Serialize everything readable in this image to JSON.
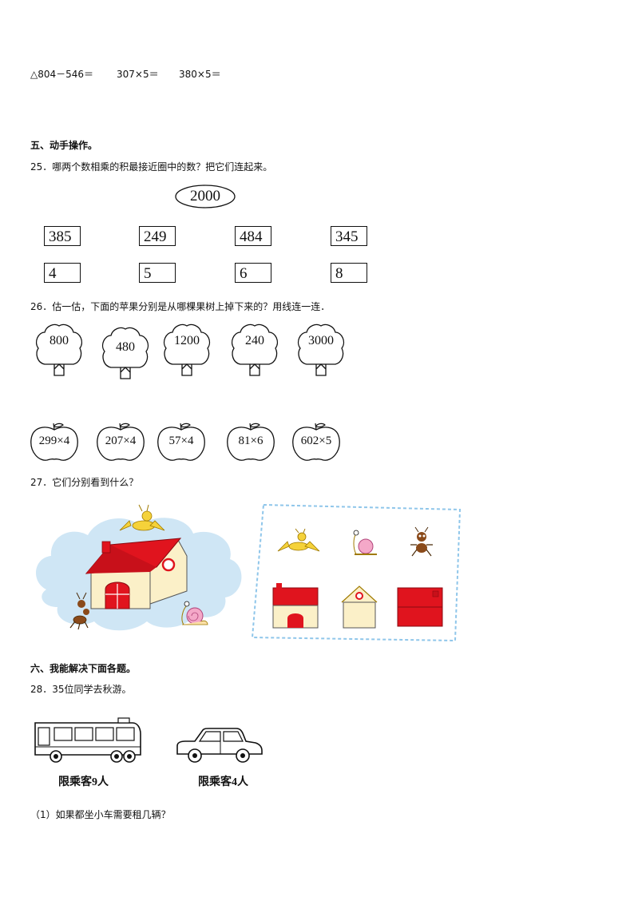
{
  "arithmetic": [
    "△804－546＝",
    "307×5＝",
    "380×5＝"
  ],
  "section5": {
    "title": "五、动手操作。",
    "q25": {
      "text": "25．哪两个数相乘的积最接近圈中的数？把它们连起来。",
      "target": "2000",
      "top_numbers": [
        "385",
        "249",
        "484",
        "345"
      ],
      "bottom_numbers": [
        "4",
        "5",
        "6",
        "8"
      ]
    },
    "q26": {
      "text": "26．估一估，下面的苹果分别是从哪棵果树上掉下来的？用线连一连．",
      "trees": [
        "800",
        "480",
        "1200",
        "240",
        "3000"
      ],
      "apples": [
        "299×4",
        "207×4",
        "57×4",
        "81×6",
        "602×5"
      ]
    },
    "q27": {
      "text": "27．它们分别看到什么？"
    }
  },
  "section6": {
    "title": "六、我能解决下面各题。",
    "q28": {
      "text": "28．35位同学去秋游。",
      "bus_caption": "限乘客9人",
      "car_caption": "限乘客4人",
      "sub1": "（1）如果都坐小车需要租几辆？"
    }
  },
  "colors": {
    "roof_red": "#e0141e",
    "sky_blue": "#cfe6f5",
    "wall_cream": "#fbf0c8",
    "bird_yellow": "#f5d23a",
    "snail_pink": "#f4a8c8"
  }
}
